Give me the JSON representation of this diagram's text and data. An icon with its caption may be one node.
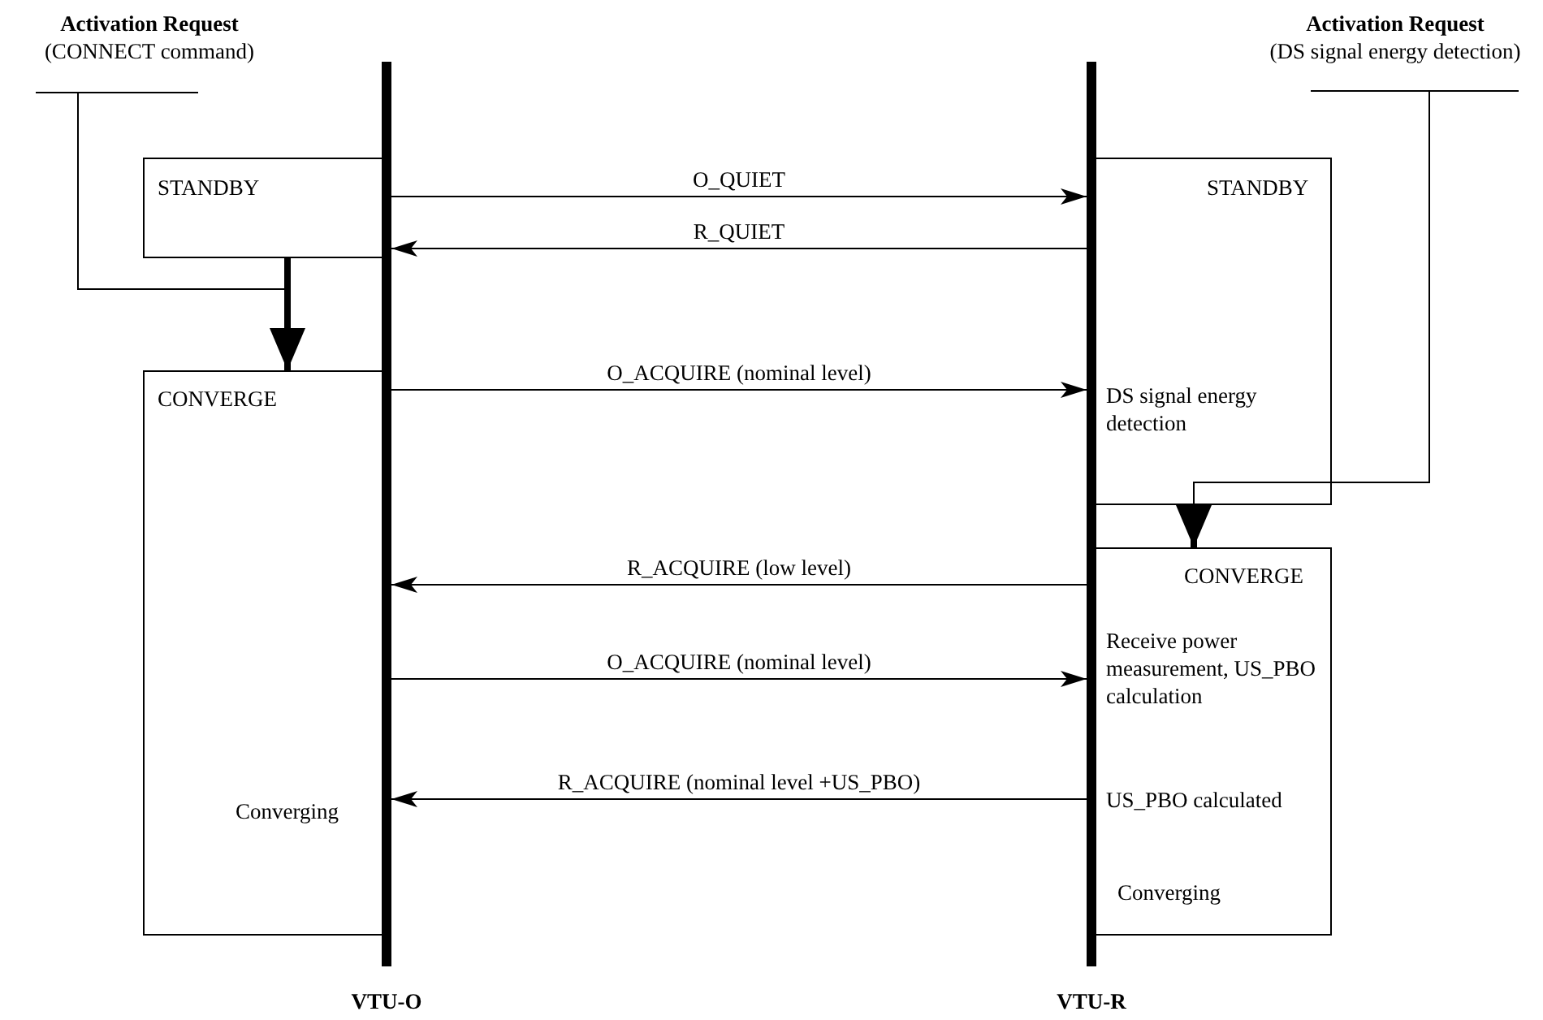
{
  "diagram": {
    "nodes": [
      {
        "text": [
          "Activation Request",
          "(CONNECT command)"
        ]
      },
      {
        "text": [
          "Activation Request",
          "(DS signal energy detection)"
        ]
      },
      {
        "text": [
          "STANDBY"
        ]
      },
      {
        "text": [
          "STANDBY",
          "DS signal energy detection"
        ]
      },
      {
        "text": [
          "CONVERGE",
          "Converging"
        ]
      },
      {
        "text": [
          "CONVERGE",
          "Receive power measurement, US_PBO calculation",
          "US_PBO calculated",
          "Converging"
        ]
      },
      {
        "text": [
          "VTU-O"
        ]
      },
      {
        "text": [
          "VTU-R"
        ]
      }
    ],
    "edges": [
      {
        "from": 0,
        "to": 4,
        "arrow": "to"
      },
      {
        "from": 2,
        "to": 4,
        "arrow": "to",
        "style": "thick"
      },
      {
        "from": 1,
        "to": 5,
        "arrow": "to"
      },
      {
        "from": 3,
        "to": 5,
        "arrow": "to",
        "style": "thick"
      },
      {
        "from": 6,
        "to": 7,
        "arrow": "to",
        "label": "O_QUIET"
      },
      {
        "from": 7,
        "to": 6,
        "arrow": "to",
        "label": "R_QUIET"
      },
      {
        "from": 6,
        "to": 7,
        "arrow": "to",
        "label": "O_ACQUIRE (nominal level)"
      },
      {
        "from": 7,
        "to": 6,
        "arrow": "to",
        "label": "R_ACQUIRE (low level)"
      },
      {
        "from": 6,
        "to": 7,
        "arrow": "to",
        "label": "O_ACQUIRE (nominal level)"
      },
      {
        "from": 7,
        "to": 6,
        "arrow": "to",
        "label": "R_ACQUIRE (nominal level +US_PBO)"
      }
    ]
  }
}
